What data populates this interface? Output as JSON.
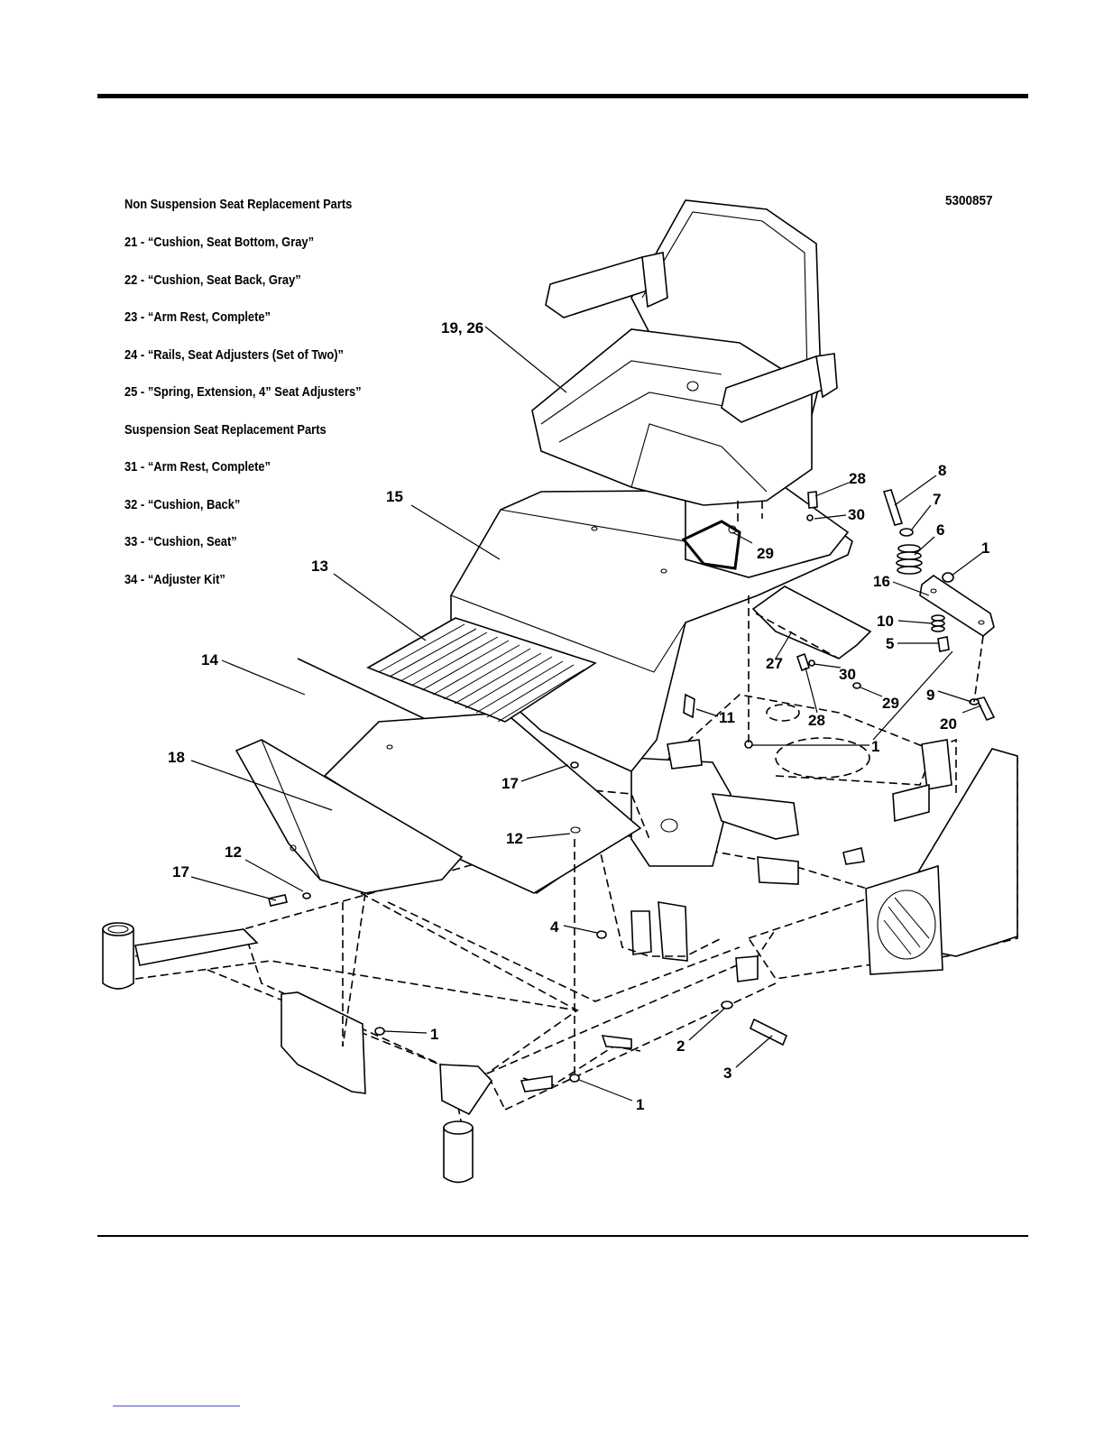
{
  "diagram_number": "5300857",
  "parts_list": [
    "Non Suspension Seat Replacement Parts",
    "21 - “Cushion, Seat Bottom, Gray”",
    "22 - “Cushion, Seat Back, Gray”",
    "23 - “Arm Rest, Complete”",
    "24 - “Rails, Seat Adjusters (Set of Two)”",
    "25 - ”Spring, Extension, 4” Seat Adjusters”",
    "Suspension Seat Replacement Parts",
    "31 - “Arm Rest, Complete”",
    "32 - “Cushion, Back”",
    "33 - “Cushion, Seat”",
    "34 - “Adjuster Kit”"
  ],
  "callouts": {
    "c19_26": "19, 26",
    "c15": "15",
    "c13": "13",
    "c14": "14",
    "c18": "18",
    "c17a": "17",
    "c12a": "12",
    "c12b": "12",
    "c17b": "17",
    "c28a": "28",
    "c30a": "30",
    "c29a": "29",
    "c8": "8",
    "c7": "7",
    "c6": "6",
    "c1a": "1",
    "c16": "16",
    "c10": "10",
    "c5": "5",
    "c27": "27",
    "c30b": "30",
    "c29b": "29",
    "c9": "9",
    "c20": "20",
    "c28b": "28",
    "c11": "11",
    "c1b": "1",
    "c4": "4",
    "c1c": "1",
    "c2": "2",
    "c3": "3",
    "c1d": "1"
  }
}
